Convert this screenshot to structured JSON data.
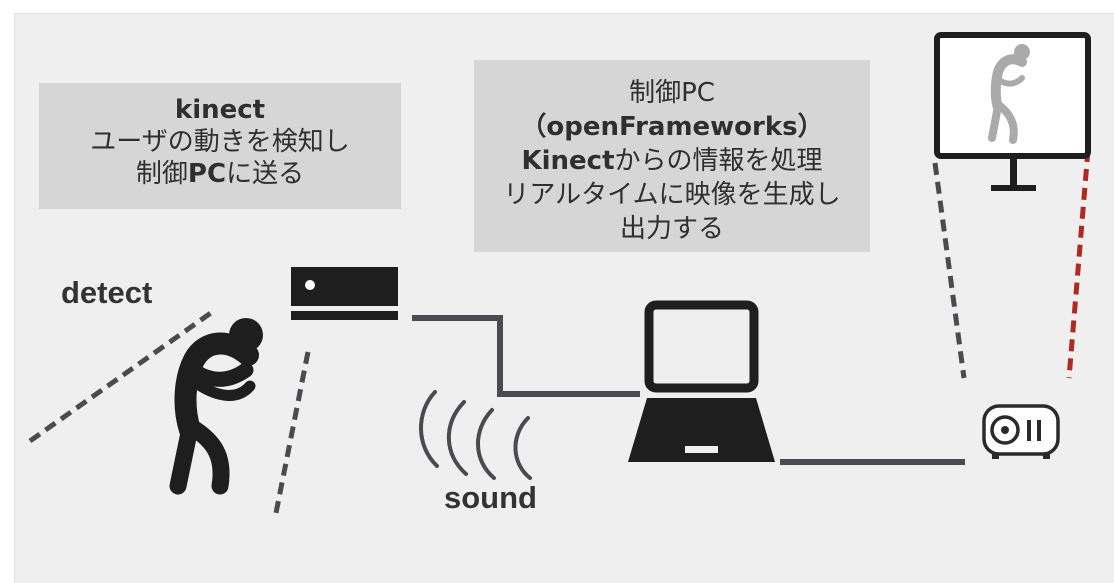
{
  "kinect_box": {
    "title": "kinect",
    "line1": "ユーザの動きを検知し",
    "line2_prefix": "制御",
    "line2_bold": "PC",
    "line2_suffix": "に送る"
  },
  "pc_box": {
    "line1": "制御PC",
    "line2": "（openFrameworks）",
    "line3_bold": "Kinect",
    "line3_rest": "からの情報を処理",
    "line4": "リアルタイムに映像を生成し",
    "line5": "出力する"
  },
  "labels": {
    "detect": "detect",
    "sound": "sound"
  },
  "icons": [
    "person-stretching-icon",
    "kinect-sensor-icon",
    "sound-waves-icon",
    "laptop-icon",
    "monitor-icon",
    "projector-icon"
  ],
  "colors": {
    "background": "#efefef",
    "box": "#d6d6d6",
    "dark": "#222222",
    "line": "#4a4a50",
    "accent_red": "#b02a22"
  }
}
